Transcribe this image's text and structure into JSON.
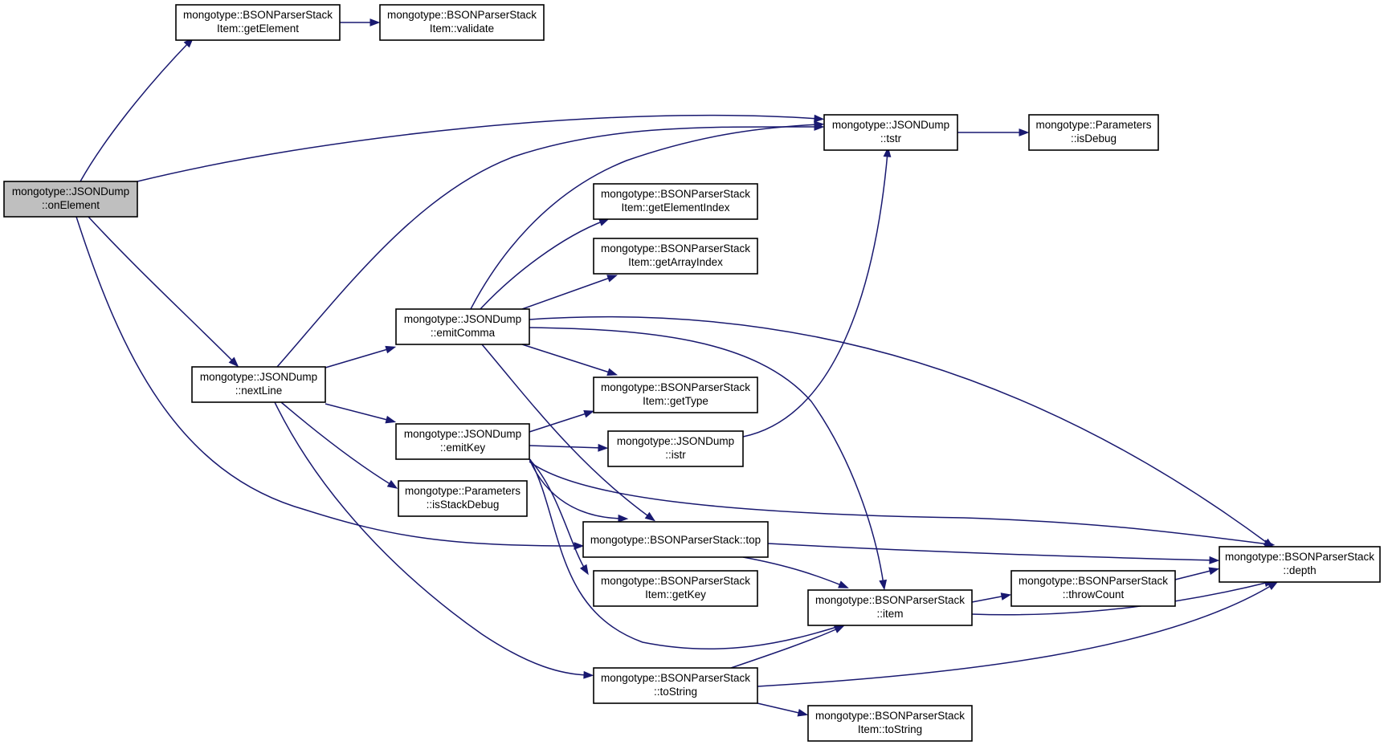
{
  "nodes": [
    {
      "id": "onElement",
      "lines": [
        "mongotype::JSONDump",
        "::onElement"
      ],
      "root": true
    },
    {
      "id": "getElement",
      "lines": [
        "mongotype::BSONParserStack",
        "Item::getElement"
      ]
    },
    {
      "id": "validate",
      "lines": [
        "mongotype::BSONParserStack",
        "Item::validate"
      ]
    },
    {
      "id": "tstr",
      "lines": [
        "mongotype::JSONDump",
        "::tstr"
      ]
    },
    {
      "id": "isDebug",
      "lines": [
        "mongotype::Parameters",
        "::isDebug"
      ]
    },
    {
      "id": "getElementIndex",
      "lines": [
        "mongotype::BSONParserStack",
        "Item::getElementIndex"
      ]
    },
    {
      "id": "getArrayIndex",
      "lines": [
        "mongotype::BSONParserStack",
        "Item::getArrayIndex"
      ]
    },
    {
      "id": "emitComma",
      "lines": [
        "mongotype::JSONDump",
        "::emitComma"
      ]
    },
    {
      "id": "nextLine",
      "lines": [
        "mongotype::JSONDump",
        "::nextLine"
      ]
    },
    {
      "id": "getType",
      "lines": [
        "mongotype::BSONParserStack",
        "Item::getType"
      ]
    },
    {
      "id": "emitKey",
      "lines": [
        "mongotype::JSONDump",
        "::emitKey"
      ]
    },
    {
      "id": "istr",
      "lines": [
        "mongotype::JSONDump",
        "::istr"
      ]
    },
    {
      "id": "isStackDebug",
      "lines": [
        "mongotype::Parameters",
        "::isStackDebug"
      ]
    },
    {
      "id": "top",
      "lines": [
        "mongotype::BSONParserStack::top"
      ]
    },
    {
      "id": "depth",
      "lines": [
        "mongotype::BSONParserStack",
        "::depth"
      ]
    },
    {
      "id": "getKey",
      "lines": [
        "mongotype::BSONParserStack",
        "Item::getKey"
      ]
    },
    {
      "id": "item",
      "lines": [
        "mongotype::BSONParserStack",
        "::item"
      ]
    },
    {
      "id": "throwCount",
      "lines": [
        "mongotype::BSONParserStack",
        "::throwCount"
      ]
    },
    {
      "id": "toString",
      "lines": [
        "mongotype::BSONParserStack",
        "::toString"
      ]
    },
    {
      "id": "itemToString",
      "lines": [
        "mongotype::BSONParserStack",
        "Item::toString"
      ]
    }
  ],
  "edges": [
    {
      "from": "onElement",
      "to": "getElement"
    },
    {
      "from": "getElement",
      "to": "validate"
    },
    {
      "from": "onElement",
      "to": "tstr"
    },
    {
      "from": "onElement",
      "to": "nextLine"
    },
    {
      "from": "onElement",
      "to": "top"
    },
    {
      "from": "tstr",
      "to": "isDebug"
    },
    {
      "from": "nextLine",
      "to": "tstr"
    },
    {
      "from": "nextLine",
      "to": "emitComma"
    },
    {
      "from": "nextLine",
      "to": "emitKey"
    },
    {
      "from": "nextLine",
      "to": "isStackDebug"
    },
    {
      "from": "nextLine",
      "to": "toString"
    },
    {
      "from": "emitComma",
      "to": "tstr"
    },
    {
      "from": "emitComma",
      "to": "getElementIndex"
    },
    {
      "from": "emitComma",
      "to": "getArrayIndex"
    },
    {
      "from": "emitComma",
      "to": "getType"
    },
    {
      "from": "emitComma",
      "to": "depth"
    },
    {
      "from": "emitComma",
      "to": "item"
    },
    {
      "from": "emitComma",
      "to": "top"
    },
    {
      "from": "emitKey",
      "to": "getType"
    },
    {
      "from": "emitKey",
      "to": "istr"
    },
    {
      "from": "emitKey",
      "to": "depth"
    },
    {
      "from": "emitKey",
      "to": "top"
    },
    {
      "from": "emitKey",
      "to": "getKey"
    },
    {
      "from": "emitKey",
      "to": "item"
    },
    {
      "from": "istr",
      "to": "tstr"
    },
    {
      "from": "top",
      "to": "depth"
    },
    {
      "from": "top",
      "to": "item"
    },
    {
      "from": "item",
      "to": "throwCount"
    },
    {
      "from": "item",
      "to": "depth"
    },
    {
      "from": "throwCount",
      "to": "depth"
    },
    {
      "from": "toString",
      "to": "item"
    },
    {
      "from": "toString",
      "to": "depth"
    },
    {
      "from": "toString",
      "to": "itemToString"
    }
  ]
}
